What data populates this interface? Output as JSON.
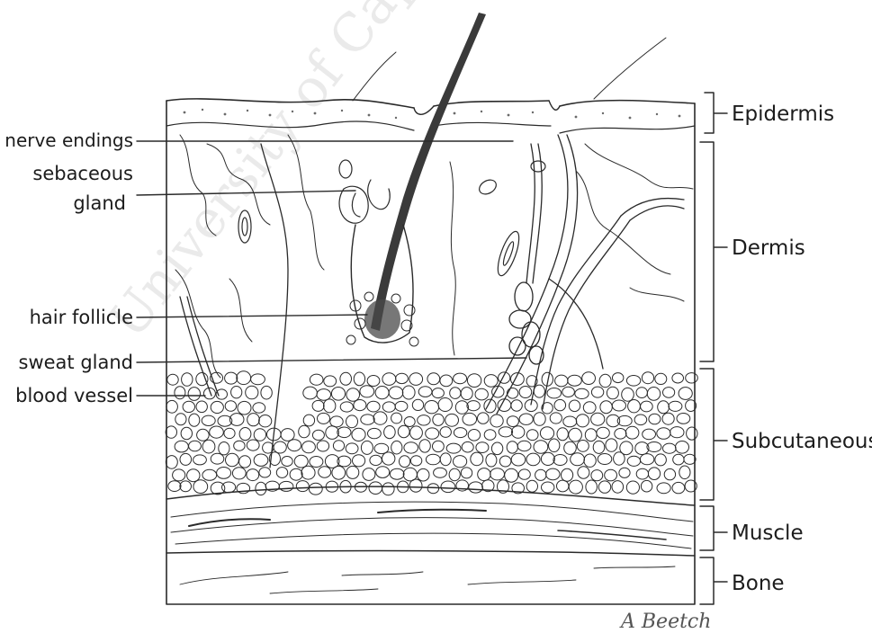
{
  "watermark": "University of Cape Town",
  "labels_left": {
    "nerve_endings": "nerve endings",
    "sebaceous_line1": "sebaceous",
    "sebaceous_line2": "gland",
    "hair_follicle": "hair follicle",
    "sweat_gland": "sweat gland",
    "blood_vessel": "blood vessel"
  },
  "labels_right": {
    "epidermis": "Epidermis",
    "dermis": "Dermis",
    "subcutaneous": "Subcutaneous",
    "muscle": "Muscle",
    "bone": "Bone"
  },
  "signature": "A Beetch",
  "colors": {
    "ink": "#2a2a2a",
    "hair": "#3a3a3a",
    "background": "#ffffff"
  }
}
